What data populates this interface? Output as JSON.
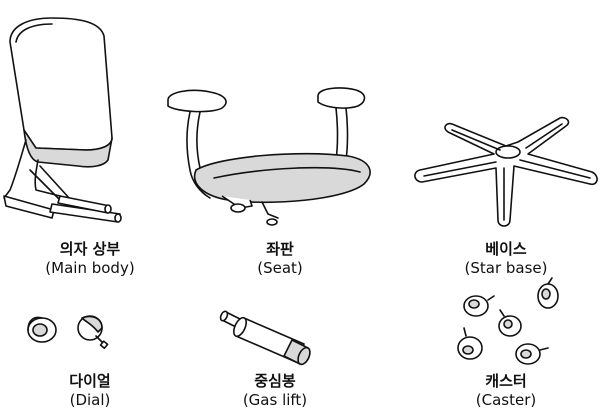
{
  "parts": [
    {
      "id": "main-body",
      "korean": "의자 상부",
      "english": "(Main body)"
    },
    {
      "id": "seat",
      "korean": "좌판",
      "english": "(Seat)"
    },
    {
      "id": "star-base",
      "korean": "베이스",
      "english": "(Star base)"
    },
    {
      "id": "dial",
      "korean": "다이얼",
      "english": "(Dial)"
    },
    {
      "id": "gas-lift",
      "korean": "중심봉",
      "english": "(Gas lift)"
    },
    {
      "id": "caster",
      "korean": "캐스터",
      "english": "(Caster)"
    }
  ],
  "colors": {
    "line": "#111111",
    "fill_light": "#ffffff",
    "fill_shade": "#d9d9d9"
  }
}
